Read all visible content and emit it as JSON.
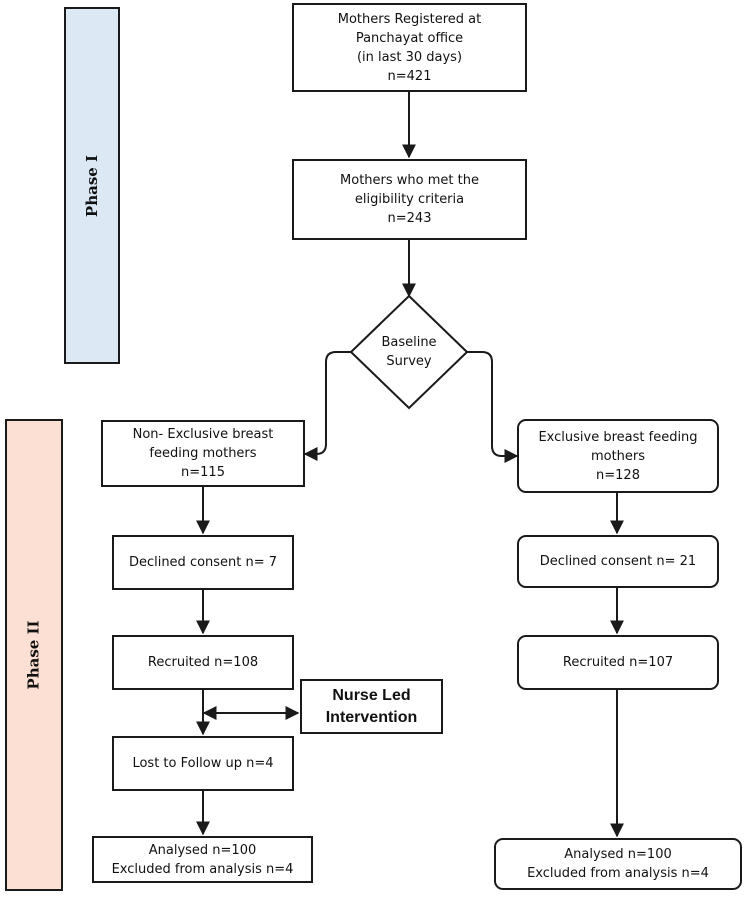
{
  "phases": {
    "phase1": "Phase I",
    "phase2": "Phase II"
  },
  "nodes": {
    "registered": [
      "Mothers Registered at",
      "Panchayat office",
      "(in last 30 days)",
      "n=421"
    ],
    "eligible": [
      "Mothers who met the",
      "eligibility criteria",
      "n=243"
    ],
    "baseline": [
      "Baseline",
      "Survey"
    ],
    "non_exclusive": [
      "Non- Exclusive breast",
      "feeding mothers",
      "n=115"
    ],
    "exclusive": [
      "Exclusive breast feeding",
      "mothers",
      "n=128"
    ],
    "left_declined": "Declined consent n= 7",
    "right_declined": "Declined consent n= 21",
    "left_recruited": "Recruited  n=108",
    "right_recruited": "Recruited  n=107",
    "intervention": [
      "Nurse Led",
      "Intervention"
    ],
    "lost": "Lost to Follow up n=4",
    "left_analysed": [
      "Analysed n=100",
      "Excluded from analysis n=4"
    ],
    "right_analysed": [
      "Analysed n=100",
      "Excluded from analysis n=4"
    ]
  },
  "colors": {
    "phase1_fill": "#dce9f5",
    "phase2_fill": "#fbe0d3",
    "stroke": "#1a1a1a"
  }
}
